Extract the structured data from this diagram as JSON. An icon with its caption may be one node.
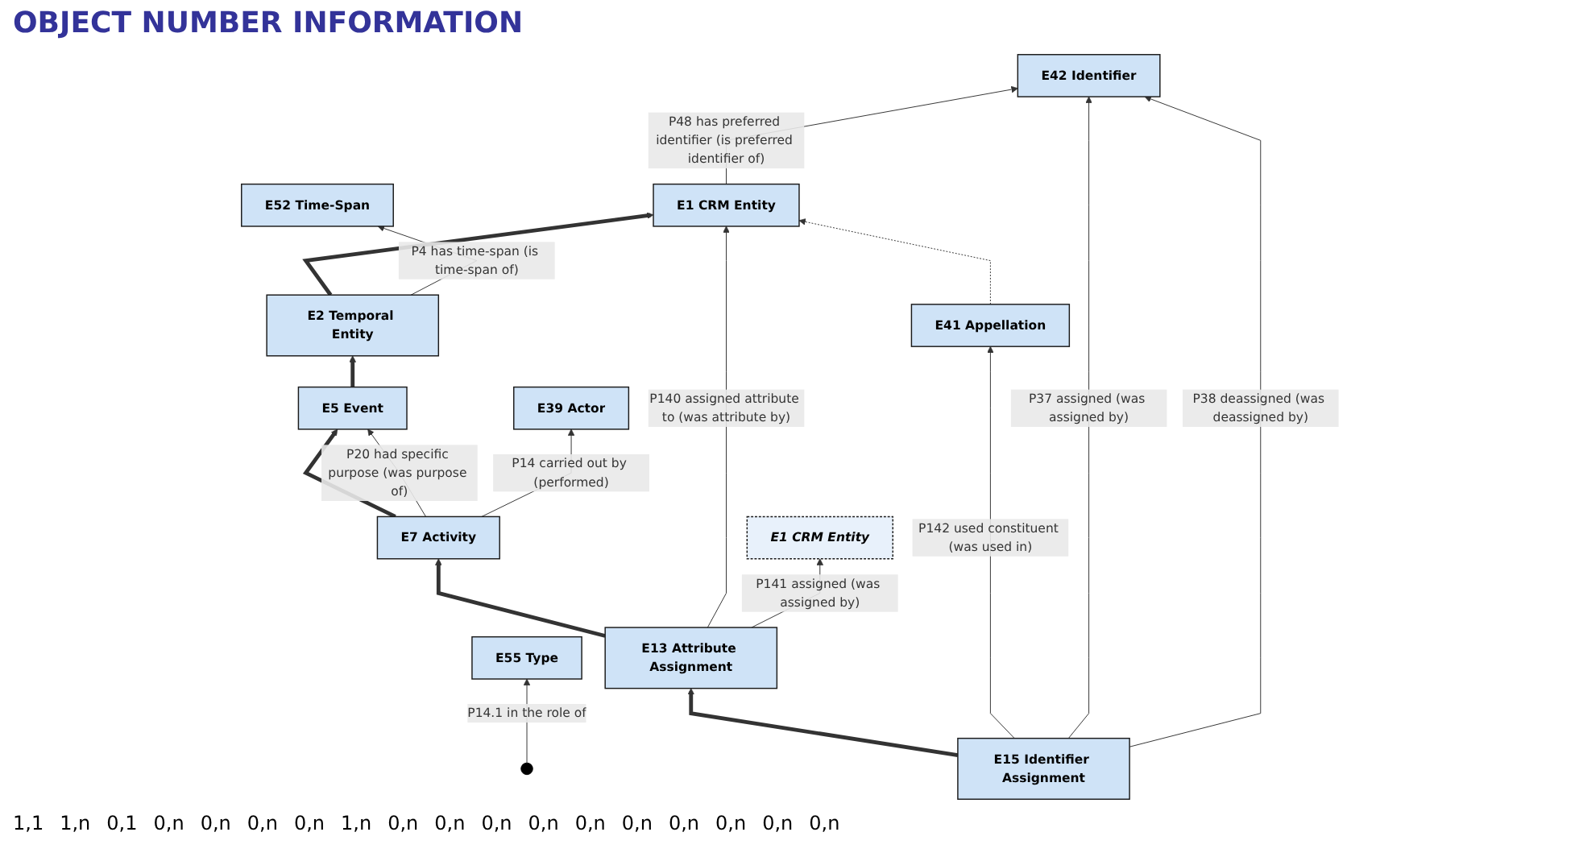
{
  "diagram": {
    "title": "OBJECT NUMBER INFORMATION",
    "nodes": [
      {
        "text": [
          "E1 CRM Entity"
        ]
      },
      {
        "text": [
          "E2 Temporal Entity"
        ]
      },
      {
        "text": [
          "E52 Time-Span"
        ]
      },
      {
        "text": [
          "E5 Event"
        ]
      },
      {
        "text": [
          "E55 Type"
        ]
      },
      {
        "text": [
          "E39 Actor"
        ]
      },
      {
        "text": [
          "E7 Activity"
        ]
      },
      {
        "text": [
          "E13 Attribute Assignment"
        ]
      },
      {
        "text": [
          "E1 CRM Entity"
        ]
      },
      {
        "text": [
          "E15 Identifier Assignment"
        ]
      },
      {
        "text": [
          "E41 Appellation"
        ]
      },
      {
        "text": [
          "E42  Identifier"
        ]
      }
    ],
    "edges": [
      {
        "from": 1,
        "to": 0,
        "arrow": "to",
        "style": "thick"
      },
      {
        "from": 1,
        "to": 2,
        "arrow": "to",
        "label": "P4 has time-span (is time-span of)"
      },
      {
        "from": 3,
        "to": 1,
        "arrow": "to",
        "style": "thick"
      },
      {
        "from": 6,
        "to": 3,
        "arrow": "to",
        "style": "thick"
      },
      {
        "from": 6,
        "to": 3,
        "arrow": "to",
        "label": "P20 had specific purpose (was purpose of)"
      },
      {
        "from": 6,
        "to": 5,
        "arrow": "to",
        "label": "P14 carried out by (performed)"
      },
      {
        "from": null,
        "to": 4,
        "arrow": "to",
        "label": "P14.1 in the role of"
      },
      {
        "from": 7,
        "to": 6,
        "arrow": "to",
        "style": "thick"
      },
      {
        "from": 7,
        "to": 0,
        "arrow": "to",
        "label": "P140 assigned attribute to (was attribute by)"
      },
      {
        "from": 7,
        "to": 8,
        "arrow": "to",
        "label": "P141 assigned (was assigned by)"
      },
      {
        "from": 9,
        "to": 7,
        "arrow": "to",
        "style": "thick"
      },
      {
        "from": 9,
        "to": 10,
        "arrow": "to",
        "label": "P142 used constituent (was used in)"
      },
      {
        "from": 9,
        "to": 11,
        "arrow": "to",
        "label": "P37 assigned (was assigned by)"
      },
      {
        "from": 9,
        "to": 11,
        "arrow": "to",
        "label": "P38 deassigned (was deassigned by)"
      },
      {
        "from": 0,
        "to": 11,
        "arrow": "to",
        "label": "P48 has preferred identifier (is preferred identifier of)"
      },
      {
        "from": 10,
        "to": 0,
        "arrow": "to",
        "style": "dashed"
      }
    ],
    "labels": [
      "1,1",
      "1,n",
      "0,1",
      "0,n",
      "0,n",
      "0,n",
      "0,n",
      "1,n",
      "0,n",
      "0,n",
      "0,n",
      "0,n",
      "0,n",
      "0,n",
      "0,n",
      "0,n",
      "0,n",
      "0,n"
    ]
  }
}
